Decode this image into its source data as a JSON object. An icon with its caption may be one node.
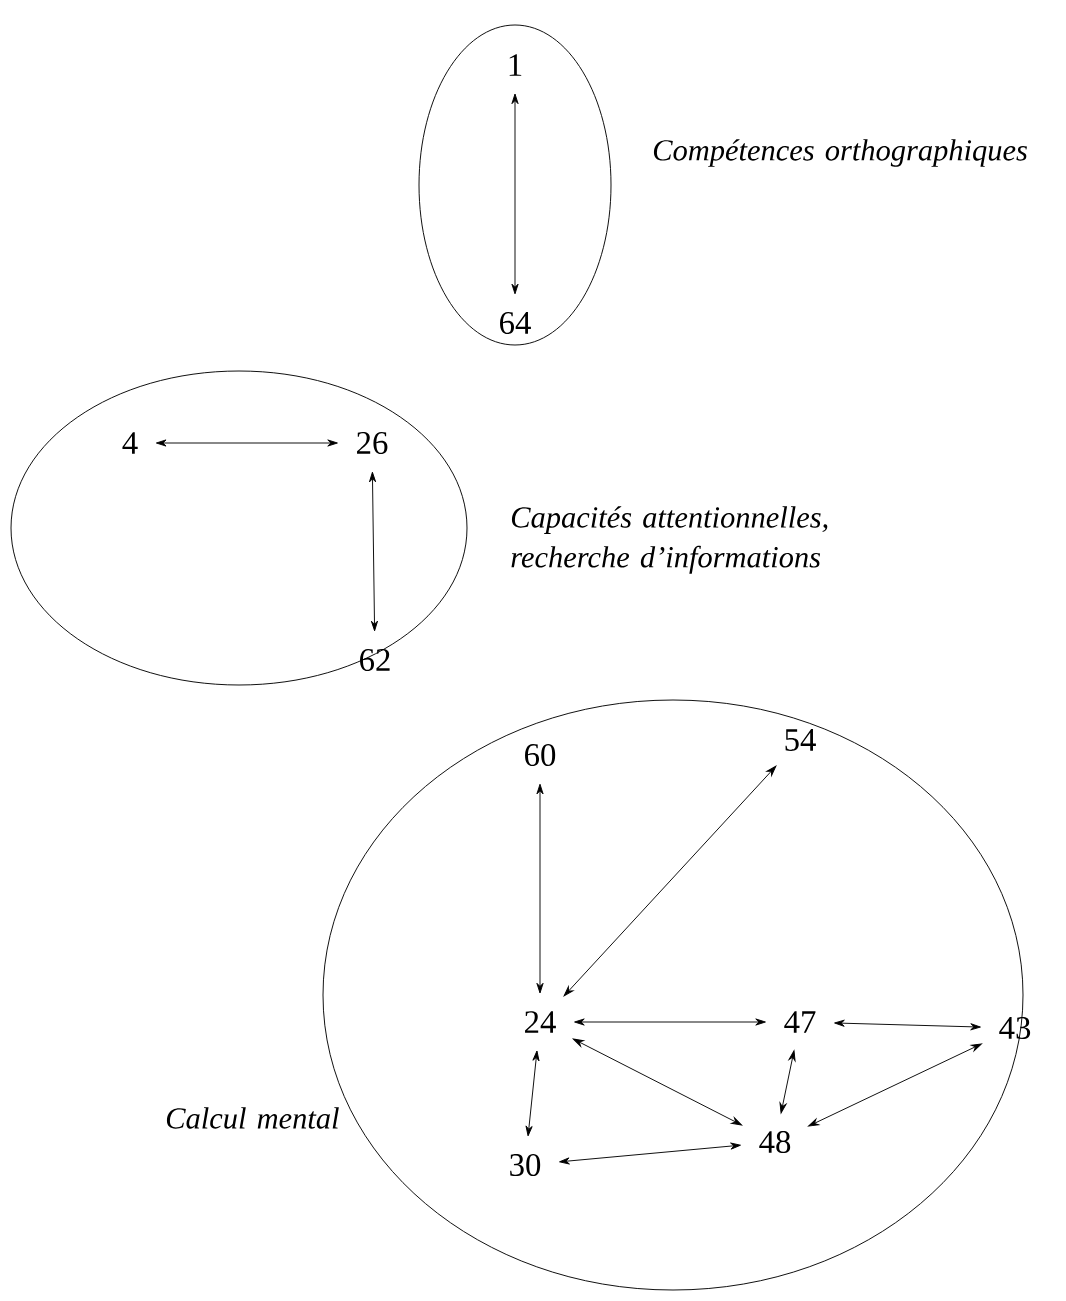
{
  "diagram": {
    "nodes": [
      {
        "text": [],
        "shape": "ellipse",
        "beside": [
          "Compétences orthographiques"
        ]
      },
      {
        "text": [
          "1"
        ],
        "in": 0
      },
      {
        "text": [
          "64"
        ],
        "in": 0
      },
      {
        "text": [],
        "shape": "ellipse",
        "beside": [
          "Capacités attentionnelles, recherche d’informations"
        ]
      },
      {
        "text": [
          "4"
        ],
        "in": 3
      },
      {
        "text": [
          "26"
        ],
        "in": 3
      },
      {
        "text": [
          "62"
        ],
        "in": 3
      },
      {
        "text": [],
        "shape": "ellipse",
        "beside": [
          "Calcul mental"
        ]
      },
      {
        "text": [
          "60"
        ],
        "in": 7
      },
      {
        "text": [
          "54"
        ],
        "in": 7
      },
      {
        "text": [
          "24"
        ],
        "in": 7
      },
      {
        "text": [
          "47"
        ],
        "in": 7
      },
      {
        "text": [
          "43"
        ],
        "in": 7
      },
      {
        "text": [
          "30"
        ],
        "in": 7
      },
      {
        "text": [
          "48"
        ],
        "in": 7
      }
    ],
    "edges": [
      {
        "from": 1,
        "to": 2,
        "arrow": "both"
      },
      {
        "from": 4,
        "to": 5,
        "arrow": "both"
      },
      {
        "from": 5,
        "to": 6,
        "arrow": "both"
      },
      {
        "from": 8,
        "to": 10,
        "arrow": "both"
      },
      {
        "from": 9,
        "to": 10,
        "arrow": "both"
      },
      {
        "from": 10,
        "to": 11,
        "arrow": "both"
      },
      {
        "from": 11,
        "to": 12,
        "arrow": "both"
      },
      {
        "from": 10,
        "to": 13,
        "arrow": "both"
      },
      {
        "from": 10,
        "to": 14,
        "arrow": "both"
      },
      {
        "from": 11,
        "to": 14,
        "arrow": "both"
      },
      {
        "from": 12,
        "to": 14,
        "arrow": "both"
      },
      {
        "from": 13,
        "to": 14,
        "arrow": "both"
      }
    ]
  }
}
